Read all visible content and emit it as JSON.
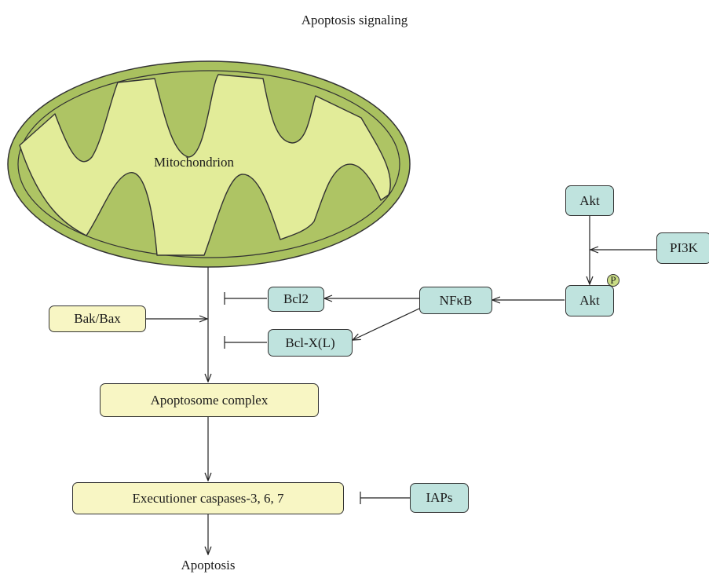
{
  "title": "Apoptosis signaling",
  "mitochondrion": {
    "label": "Mitochondrion"
  },
  "nodes": {
    "bak_bax": "Bak/Bax",
    "apoptosome": "Apoptosome complex",
    "executioner": "Executioner caspases-3, 6, 7",
    "apoptosis": "Apoptosis",
    "bcl2": "Bcl2",
    "bclxl": "Bcl-X(L)",
    "nfkb": "NFκB",
    "akt_top": "Akt",
    "akt_p": "Akt",
    "pi3k": "PI3K",
    "iaps": "IAPs",
    "phospho": "P"
  },
  "colors": {
    "mito_outer": "#a9c15f",
    "mito_cristae": "#aec464",
    "mito_matrix": "#e2ec99",
    "yellow_box": "#f8f6c4",
    "teal_box": "#bfe3de",
    "phospho_circle": "#c9dc85"
  }
}
